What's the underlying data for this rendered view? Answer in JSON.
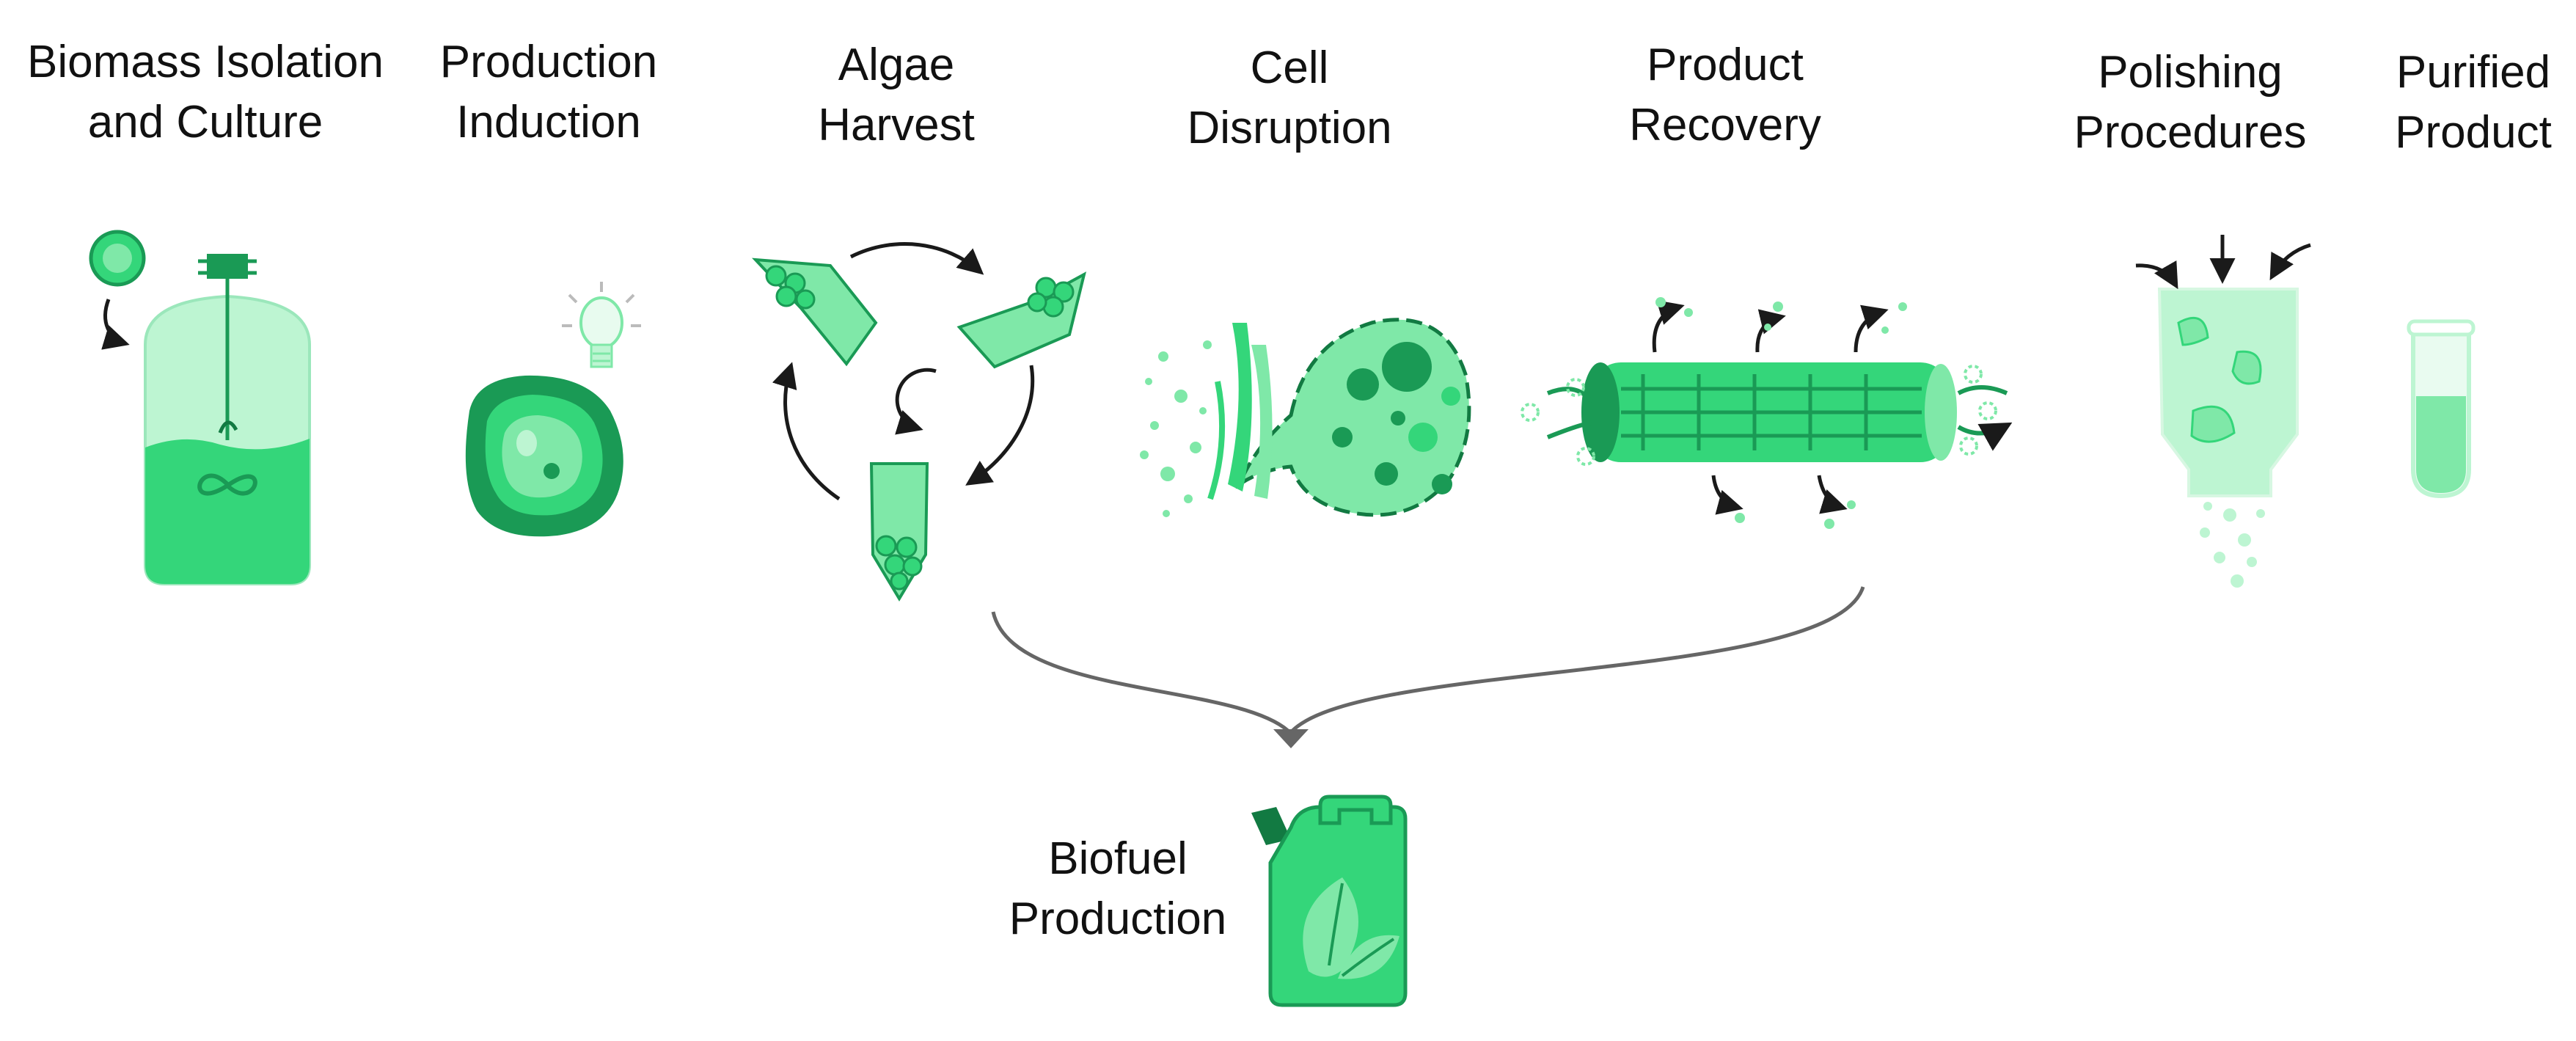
{
  "stages": [
    {
      "id": "biomass",
      "line1": "Biomass Isolation",
      "line2": "and Culture"
    },
    {
      "id": "induction",
      "line1": "Production",
      "line2": "Induction"
    },
    {
      "id": "harvest",
      "line1": "Algae",
      "line2": "Harvest"
    },
    {
      "id": "disruption",
      "line1": "Cell",
      "line2": "Disruption"
    },
    {
      "id": "recovery",
      "line1": "Product",
      "line2": "Recovery"
    },
    {
      "id": "polishing",
      "line1": "Polishing",
      "line2": "Procedures"
    },
    {
      "id": "purified",
      "line1": "Purified",
      "line2": "Product"
    }
  ],
  "biofuel": {
    "line1": "Biofuel",
    "line2": "Production"
  },
  "colors": {
    "light": "#bdf5d2",
    "mid": "#7fe8a8",
    "main": "#34d67a",
    "dark": "#1a9a55",
    "darker": "#127a42",
    "arrow": "#1a1a1a",
    "connector": "#666666"
  },
  "icons": [
    "bioreactor-icon",
    "algae-cell-icon",
    "lightbulb-icon",
    "centrifuge-tubes-icon",
    "ruptured-cell-icon",
    "membrane-filter-icon",
    "polishing-column-icon",
    "test-tube-icon",
    "fuel-canister-icon"
  ]
}
